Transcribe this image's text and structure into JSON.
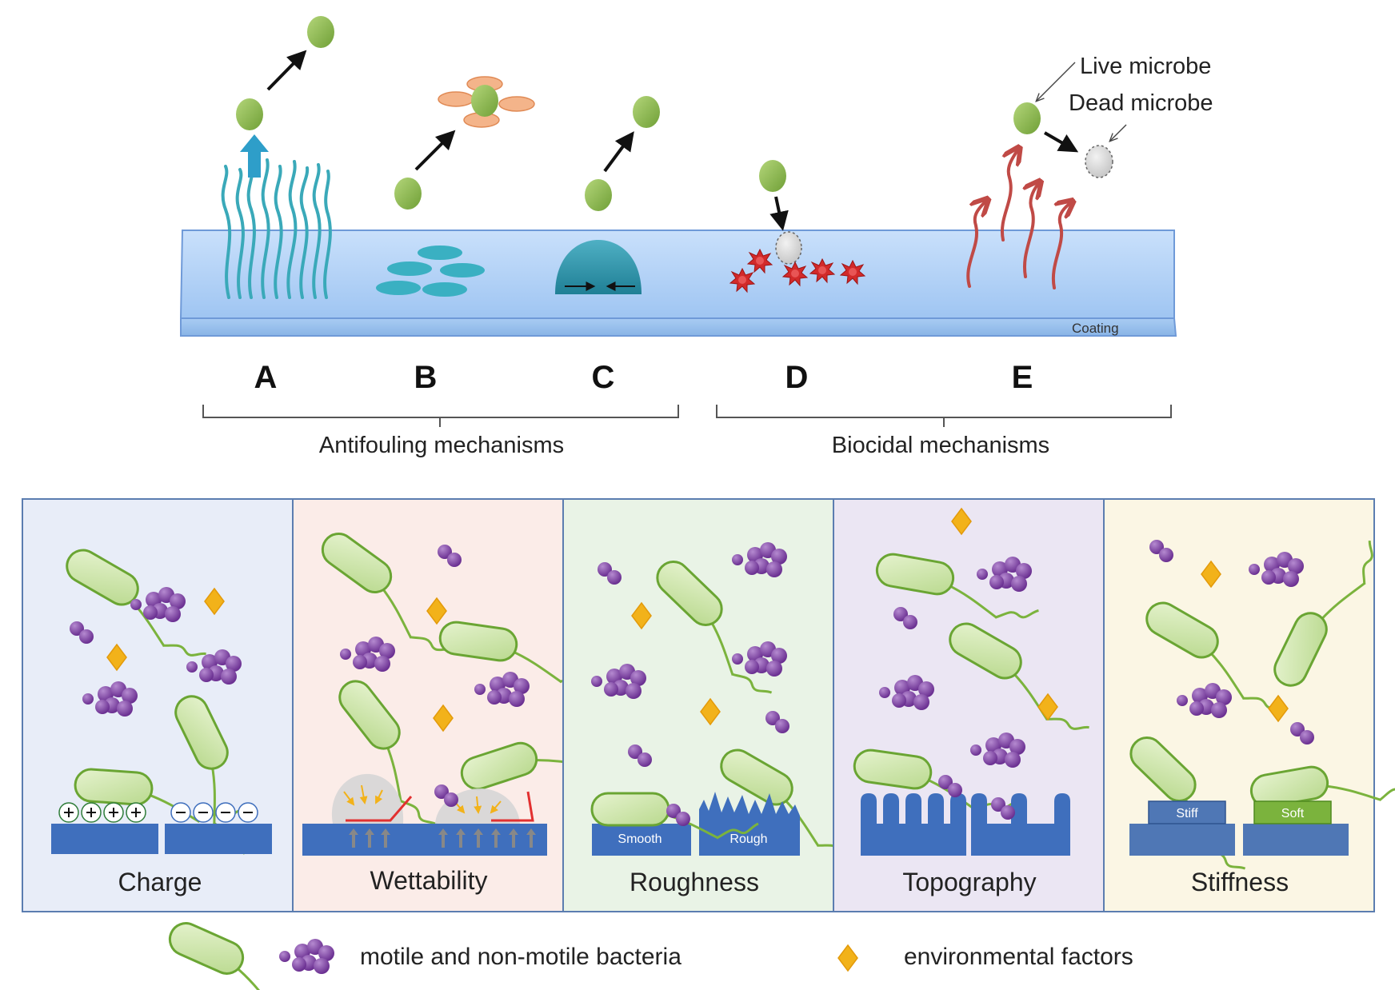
{
  "top": {
    "letters": [
      "A",
      "B",
      "C",
      "D",
      "E"
    ],
    "coating_label": "Coating",
    "live_label": "Live microbe",
    "dead_label": "Dead microbe",
    "antifouling_label": "Antifouling mechanisms",
    "biocidal_label": "Biocidal mechanisms"
  },
  "panels": [
    {
      "key": "charge",
      "title": "Charge",
      "bg": "#e8edf8"
    },
    {
      "key": "wettability",
      "title": "Wettability",
      "bg": "#fbece8"
    },
    {
      "key": "roughness",
      "title": "Roughness",
      "bg": "#e9f3e6",
      "left_label": "Smooth",
      "right_label": "Rough"
    },
    {
      "key": "topography",
      "title": "Topography",
      "bg": "#ebe6f3"
    },
    {
      "key": "stiffness",
      "title": "Stiffness",
      "bg": "#fbf6e4",
      "left_label": "Stiff",
      "right_label": "Soft"
    }
  ],
  "legend": {
    "bacteria_label": "motile and non-motile bacteria",
    "factors_label": "environmental factors"
  },
  "colors": {
    "microbe": "#8dbb4f",
    "coating": "#a9cdf6",
    "brush": "#3aa9b9",
    "heat_arrow": "#c04a46",
    "substrate": "#3f6fbd",
    "bacteria_cluster": "#7a3fa0",
    "factor": "#f2b21a",
    "panel_border": "#5b7db0"
  }
}
